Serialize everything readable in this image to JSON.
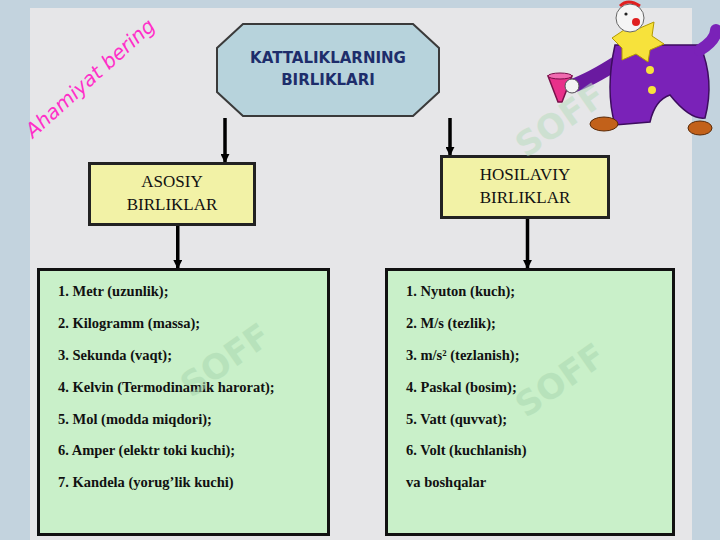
{
  "diagram": {
    "nodes": [
      {
        "text": [
          "KATTALIKLARNING BIRLIKLARI"
        ]
      },
      {
        "text": [
          "ASOSIY BIRLIKLAR"
        ]
      },
      {
        "text": [
          "HOSILAVIY BIRLIKLAR"
        ]
      },
      {
        "text": [
          "1. Metr (uzunlik);",
          "2. Kilogramm (massa);",
          "3. Sekunda (vaqt);",
          "4. Kelvin (Termodinamik harorat);",
          "5. Mol (modda miqdori);",
          "6. Amper (elektr toki kuchi);",
          "7. Kandela (yorug’lik kuchi)"
        ]
      },
      {
        "text": [
          "1. Nyuton (kuch);",
          "2. M/s (tezlik);",
          "3. m/s² (tezlanish);",
          "4. Paskal (bosim);",
          "5. Vatt (quvvat);",
          "6. Volt (kuchlanish)",
          "va boshqalar"
        ]
      }
    ],
    "edges": [
      {
        "from": 0,
        "to": 1,
        "arrow": "to"
      },
      {
        "from": 0,
        "to": 2,
        "arrow": "to"
      },
      {
        "from": 1,
        "to": 3,
        "arrow": "to"
      },
      {
        "from": 2,
        "to": 4,
        "arrow": "to"
      }
    ],
    "labels": [
      "Ahamiyat bering",
      "SOFF",
      "SOFF",
      "SOFF"
    ]
  }
}
